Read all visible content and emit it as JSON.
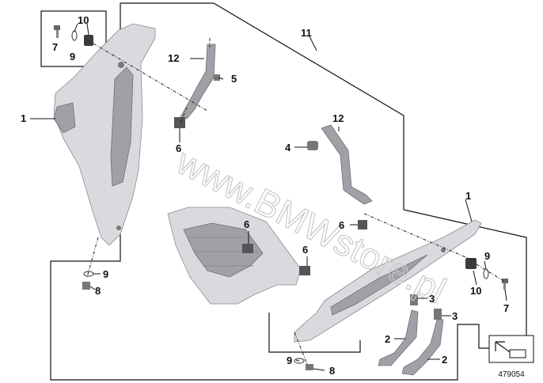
{
  "callouts": {
    "c1_left": "1",
    "c1_right": "1",
    "c2_a": "2",
    "c2_b": "2",
    "c3_a": "3",
    "c3_b": "3",
    "c4": "4",
    "c5": "5",
    "c6_a": "6",
    "c6_b": "6",
    "c6_c": "6",
    "c6_d": "6",
    "c7_left": "7",
    "c7_right": "7",
    "c8_left": "8",
    "c8_bottom": "8",
    "c9_top": "9",
    "c9_left": "9",
    "c9_right": "9",
    "c9_bottom": "9",
    "c10_left": "10",
    "c10_right": "10",
    "c11": "11",
    "c12_a": "12",
    "c12_b": "12"
  },
  "reference_number": "479054",
  "watermark": "www.BMWstore.pl",
  "icon": "arrow-corner-icon"
}
